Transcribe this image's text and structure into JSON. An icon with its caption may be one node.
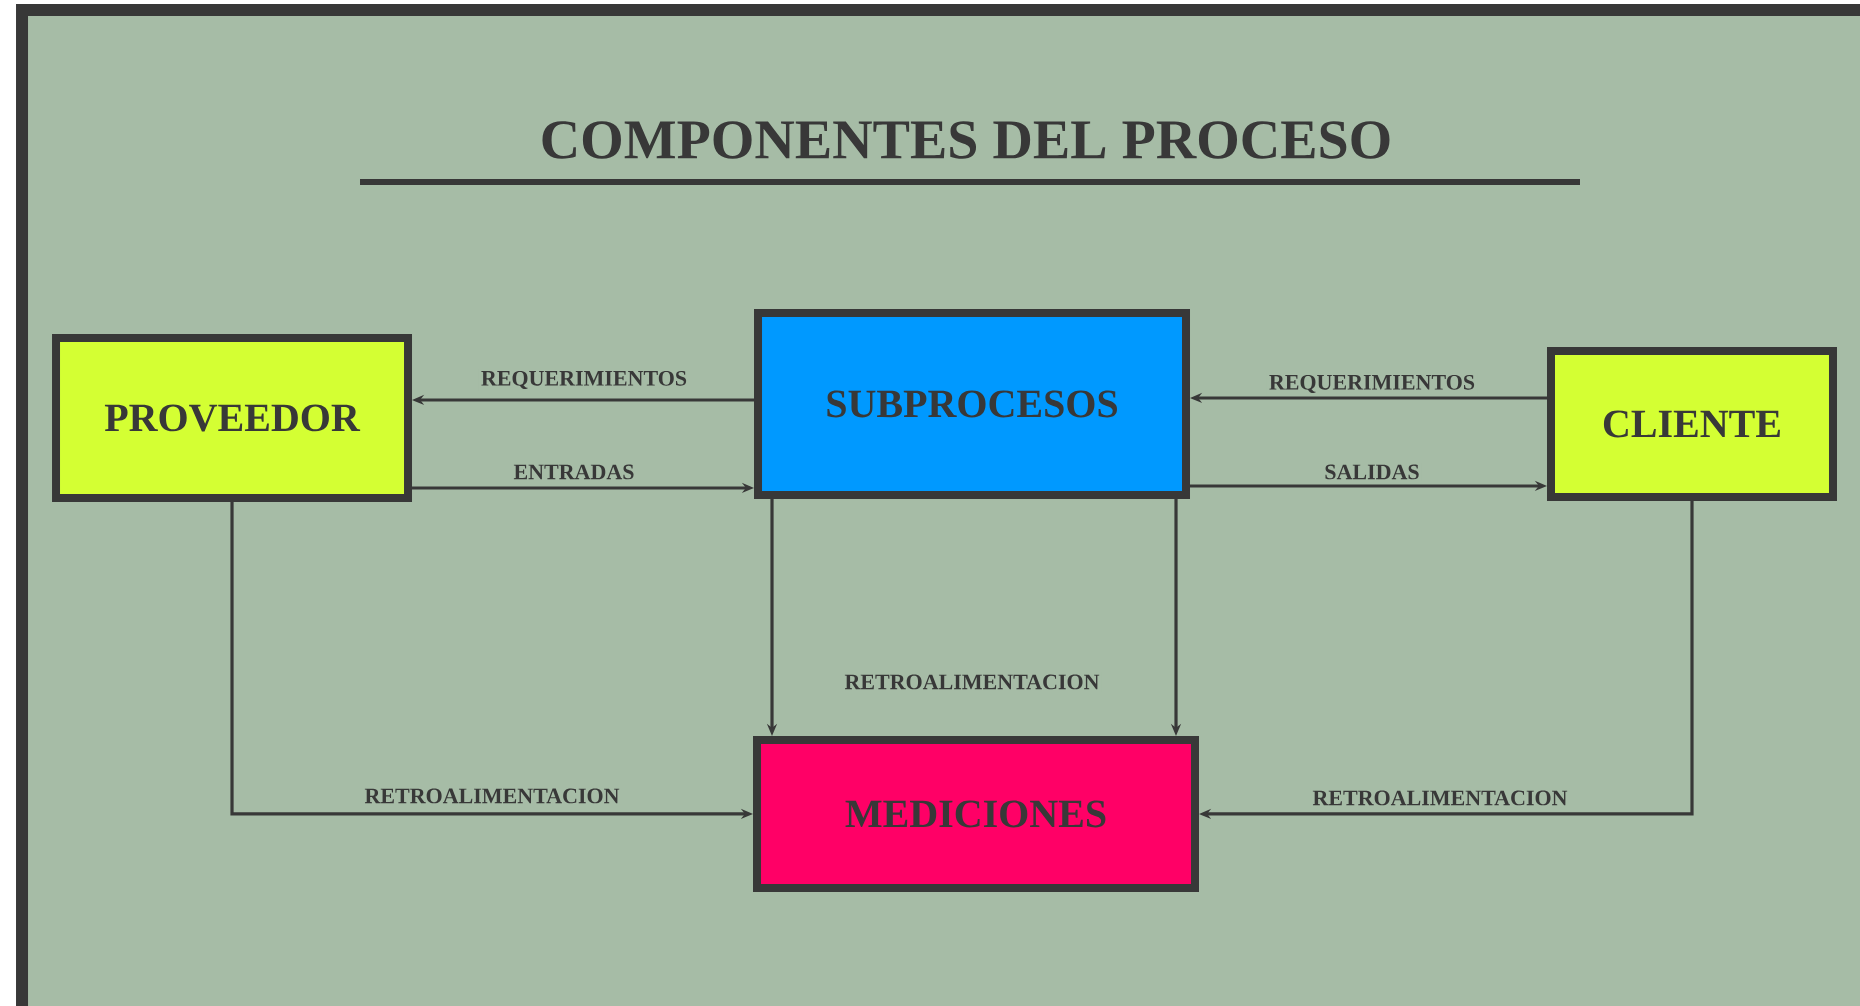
{
  "diagram": {
    "title": "COMPONENTES DEL PROCESO",
    "nodes": [
      {
        "text": [
          "PROVEEDOR"
        ]
      },
      {
        "text": [
          "SUBPROCESOS"
        ]
      },
      {
        "text": [
          "CLIENTE"
        ]
      },
      {
        "text": [
          "MEDICIONES"
        ]
      }
    ],
    "edges": [
      {
        "from": 1,
        "to": 0,
        "arrow": "to",
        "label": "REQUERIMIENTOS"
      },
      {
        "from": 0,
        "to": 1,
        "arrow": "to",
        "label": "ENTRADAS"
      },
      {
        "from": 2,
        "to": 1,
        "arrow": "to",
        "label": "REQUERIMIENTOS"
      },
      {
        "from": 1,
        "to": 2,
        "arrow": "to",
        "label": "SALIDAS"
      },
      {
        "from": 0,
        "to": 3,
        "arrow": "to",
        "label": "RETROALIMENTACION"
      },
      {
        "from": 1,
        "to": 3,
        "arrow": "to",
        "label": "RETROALIMENTACION"
      },
      {
        "from": 1,
        "to": 3,
        "arrow": "to"
      },
      {
        "from": 2,
        "to": 3,
        "arrow": "to",
        "label": "RETROALIMENTACION"
      }
    ]
  }
}
